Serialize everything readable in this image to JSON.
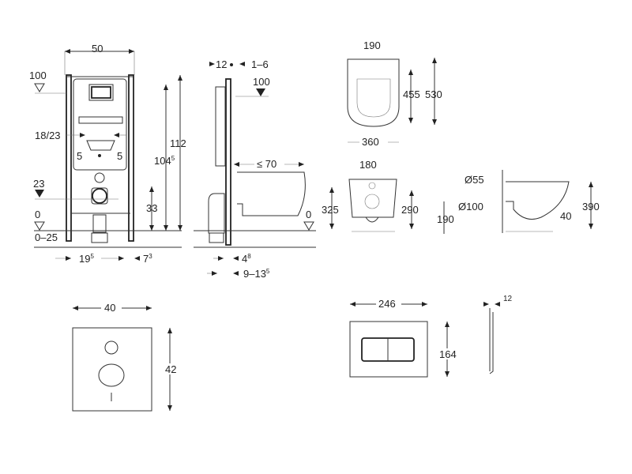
{
  "frame_front": {
    "width": "50",
    "level_top": "100",
    "flush_span": "18/23",
    "offset_left": "5",
    "offset_right": "5",
    "level_drain": "23",
    "level_floor": "0",
    "floor_range": "0–25",
    "foot_left": "19",
    "foot_left_sup": "5",
    "foot_right": "7",
    "foot_right_sup": "3",
    "drain_height": "33",
    "frame_height_inner": "104",
    "frame_height_inner_sup": "5",
    "frame_height": "112"
  },
  "frame_side": {
    "depth": "12",
    "adjust": "1–6",
    "level_top": "100",
    "bowl_projection": "≤ 70",
    "level_floor": "0",
    "wall_gap": "4",
    "wall_gap_sup": "8",
    "wall_range": "9–13",
    "wall_range_sup": "5"
  },
  "bowl_top": {
    "width_top": "190",
    "length_inner": "455",
    "length": "530",
    "width": "360"
  },
  "bowl_rear": {
    "hole_spacing": "180",
    "height_left": "325",
    "height_right": "290"
  },
  "bowl_side": {
    "inlet_dia": "Ø55",
    "outlet_dia": "Ø100",
    "outlet_height": "190",
    "rim_offset": "40",
    "height": "390"
  },
  "sound_pad": {
    "width": "40",
    "height": "42"
  },
  "flush_plate": {
    "width": "246",
    "height": "164",
    "depth": "12"
  }
}
